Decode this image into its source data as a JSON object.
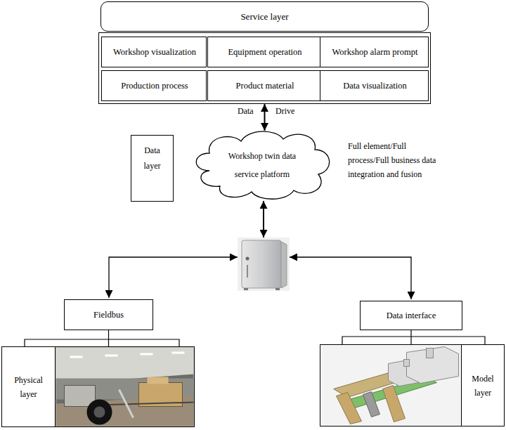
{
  "diagram": {
    "nodes": [
      {
        "text": [
          "Service layer"
        ]
      },
      {
        "text": [
          "Workshop visualization"
        ],
        "in": 0
      },
      {
        "text": [
          "Equipment operation"
        ],
        "in": 0
      },
      {
        "text": [
          "Workshop alarm prompt"
        ],
        "in": 0
      },
      {
        "text": [
          "Production process"
        ],
        "in": 0
      },
      {
        "text": [
          "Product material"
        ],
        "in": 0
      },
      {
        "text": [
          "Data visualization"
        ],
        "in": 0
      },
      {
        "text": [
          "Data layer"
        ]
      },
      {
        "text": [
          "Workshop twin data service platform"
        ]
      },
      {
        "text": [
          "Fieldbus"
        ]
      },
      {
        "text": [
          "Data interface"
        ]
      },
      {
        "text": [
          "Physical layer"
        ]
      },
      {
        "text": [
          "Model layer"
        ]
      }
    ],
    "edges": [
      {
        "from": 0,
        "to": 8,
        "arrow": "both"
      },
      {
        "from": 9,
        "to": 11,
        "arrow": "none"
      },
      {
        "from": 10,
        "to": 12,
        "arrow": "none"
      }
    ],
    "labels": [
      "Data",
      "Drive",
      "Full element/Full process/Full business data integration and fusion"
    ]
  }
}
